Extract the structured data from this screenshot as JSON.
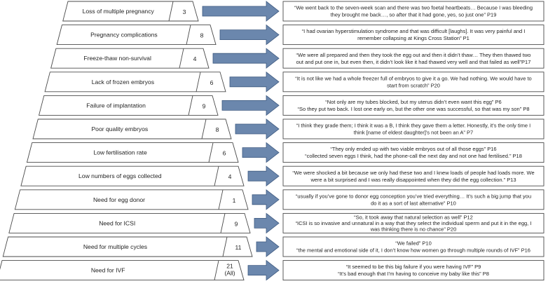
{
  "rows": [
    {
      "label": "Loss of multiple pregnancy",
      "count": "3",
      "quotes": [
        "“We went back to the seven-week scan and there was two foetal heartbeats… Because I was bleeding",
        "they brought me back…, so after that it had gone, yes, so just one” P19"
      ]
    },
    {
      "label": "Pregnancy complications",
      "count": "8",
      "quotes": [
        "“I had ovarian hyperstimulation syndrome and that was difficult [laughs]. It was very painful and I",
        "remember collapsing at Kings Cross Station” P1"
      ]
    },
    {
      "label": "Freeze-thaw non-survival",
      "count": "4",
      "quotes": [
        "“We were all prepared and then they took the egg out and then it didn’t thaw… They then thawed two",
        "out and put one in, but even then, it didn’t look like it had thawed very well and that failed as well”P17"
      ]
    },
    {
      "label": "Lack of frozen embryos",
      "count": "6",
      "quotes": [
        "“It is not like we had a whole freezer full of embryos to give it a go. We had nothing. We would have to",
        "start from scratch” P20"
      ]
    },
    {
      "label": "Failure of implantation",
      "count": "9",
      "quotes": [
        "“Not only are my tubes blocked, but my uterus didn’t even want this egg” P6",
        "“So they put two back. I lost one early on, but the other one was successful, so that was my son” P8"
      ]
    },
    {
      "label": "Poor quality embryos",
      "count": "8",
      "quotes": [
        "“I think they grade them; I think it was a B, I think they gave them a letter. Honestly, it’s the only time I",
        "think [name of eldest daughter]’s not been an A” P7"
      ]
    },
    {
      "label": "Low fertilisation rate",
      "count": "6",
      "quotes": [
        "“They only ended up with two viable embryos out of all those eggs” P16",
        "“collected seven eggs I think, had the phone-call the next day and not one had fertilised.” P18"
      ]
    },
    {
      "label": "Low numbers of eggs collected",
      "count": "4",
      "quotes": [
        "“We were shocked a bit because we only had these two and I knew loads of people had loads more. We",
        "were a bit surprised and I was really disappointed when they did the egg collection.” P13"
      ]
    },
    {
      "label": "Need for egg donor",
      "count": "1",
      "quotes": [
        "“usually if you’ve gone to donor egg conception you’ve tried everything…  It’s such a big jump that you",
        "do it as a sort of last alternative” P10"
      ]
    },
    {
      "label": "Need for ICSI",
      "count": "9",
      "quotes": [
        "“So, it took away that natural selection as well” P12",
        "“ICSI is so invasive and unnatural in a way that they select the individual sperm and put it in the egg, I",
        "was thinking there is no chance” P20"
      ]
    },
    {
      "label": "Need for multiple cycles",
      "count": "11",
      "quotes": [
        "“We failed” P10",
        "“the mental and emotional side of it, I don’t know how women go through multiple rounds of IVF” P16"
      ]
    },
    {
      "label": "Need for IVF",
      "count": "21 (All)",
      "count_lines": [
        "21",
        "(All)"
      ],
      "quotes": [
        "“It seemed to be this big failure if you were having IVF” P9",
        "“It’s bad enough that I’m having to conceive my baby like this” P8"
      ]
    }
  ],
  "colors": {
    "arrow_fill": "#6b87ad",
    "arrow_stroke": "#3e5a80",
    "box_stroke": "#4a4a4a"
  }
}
